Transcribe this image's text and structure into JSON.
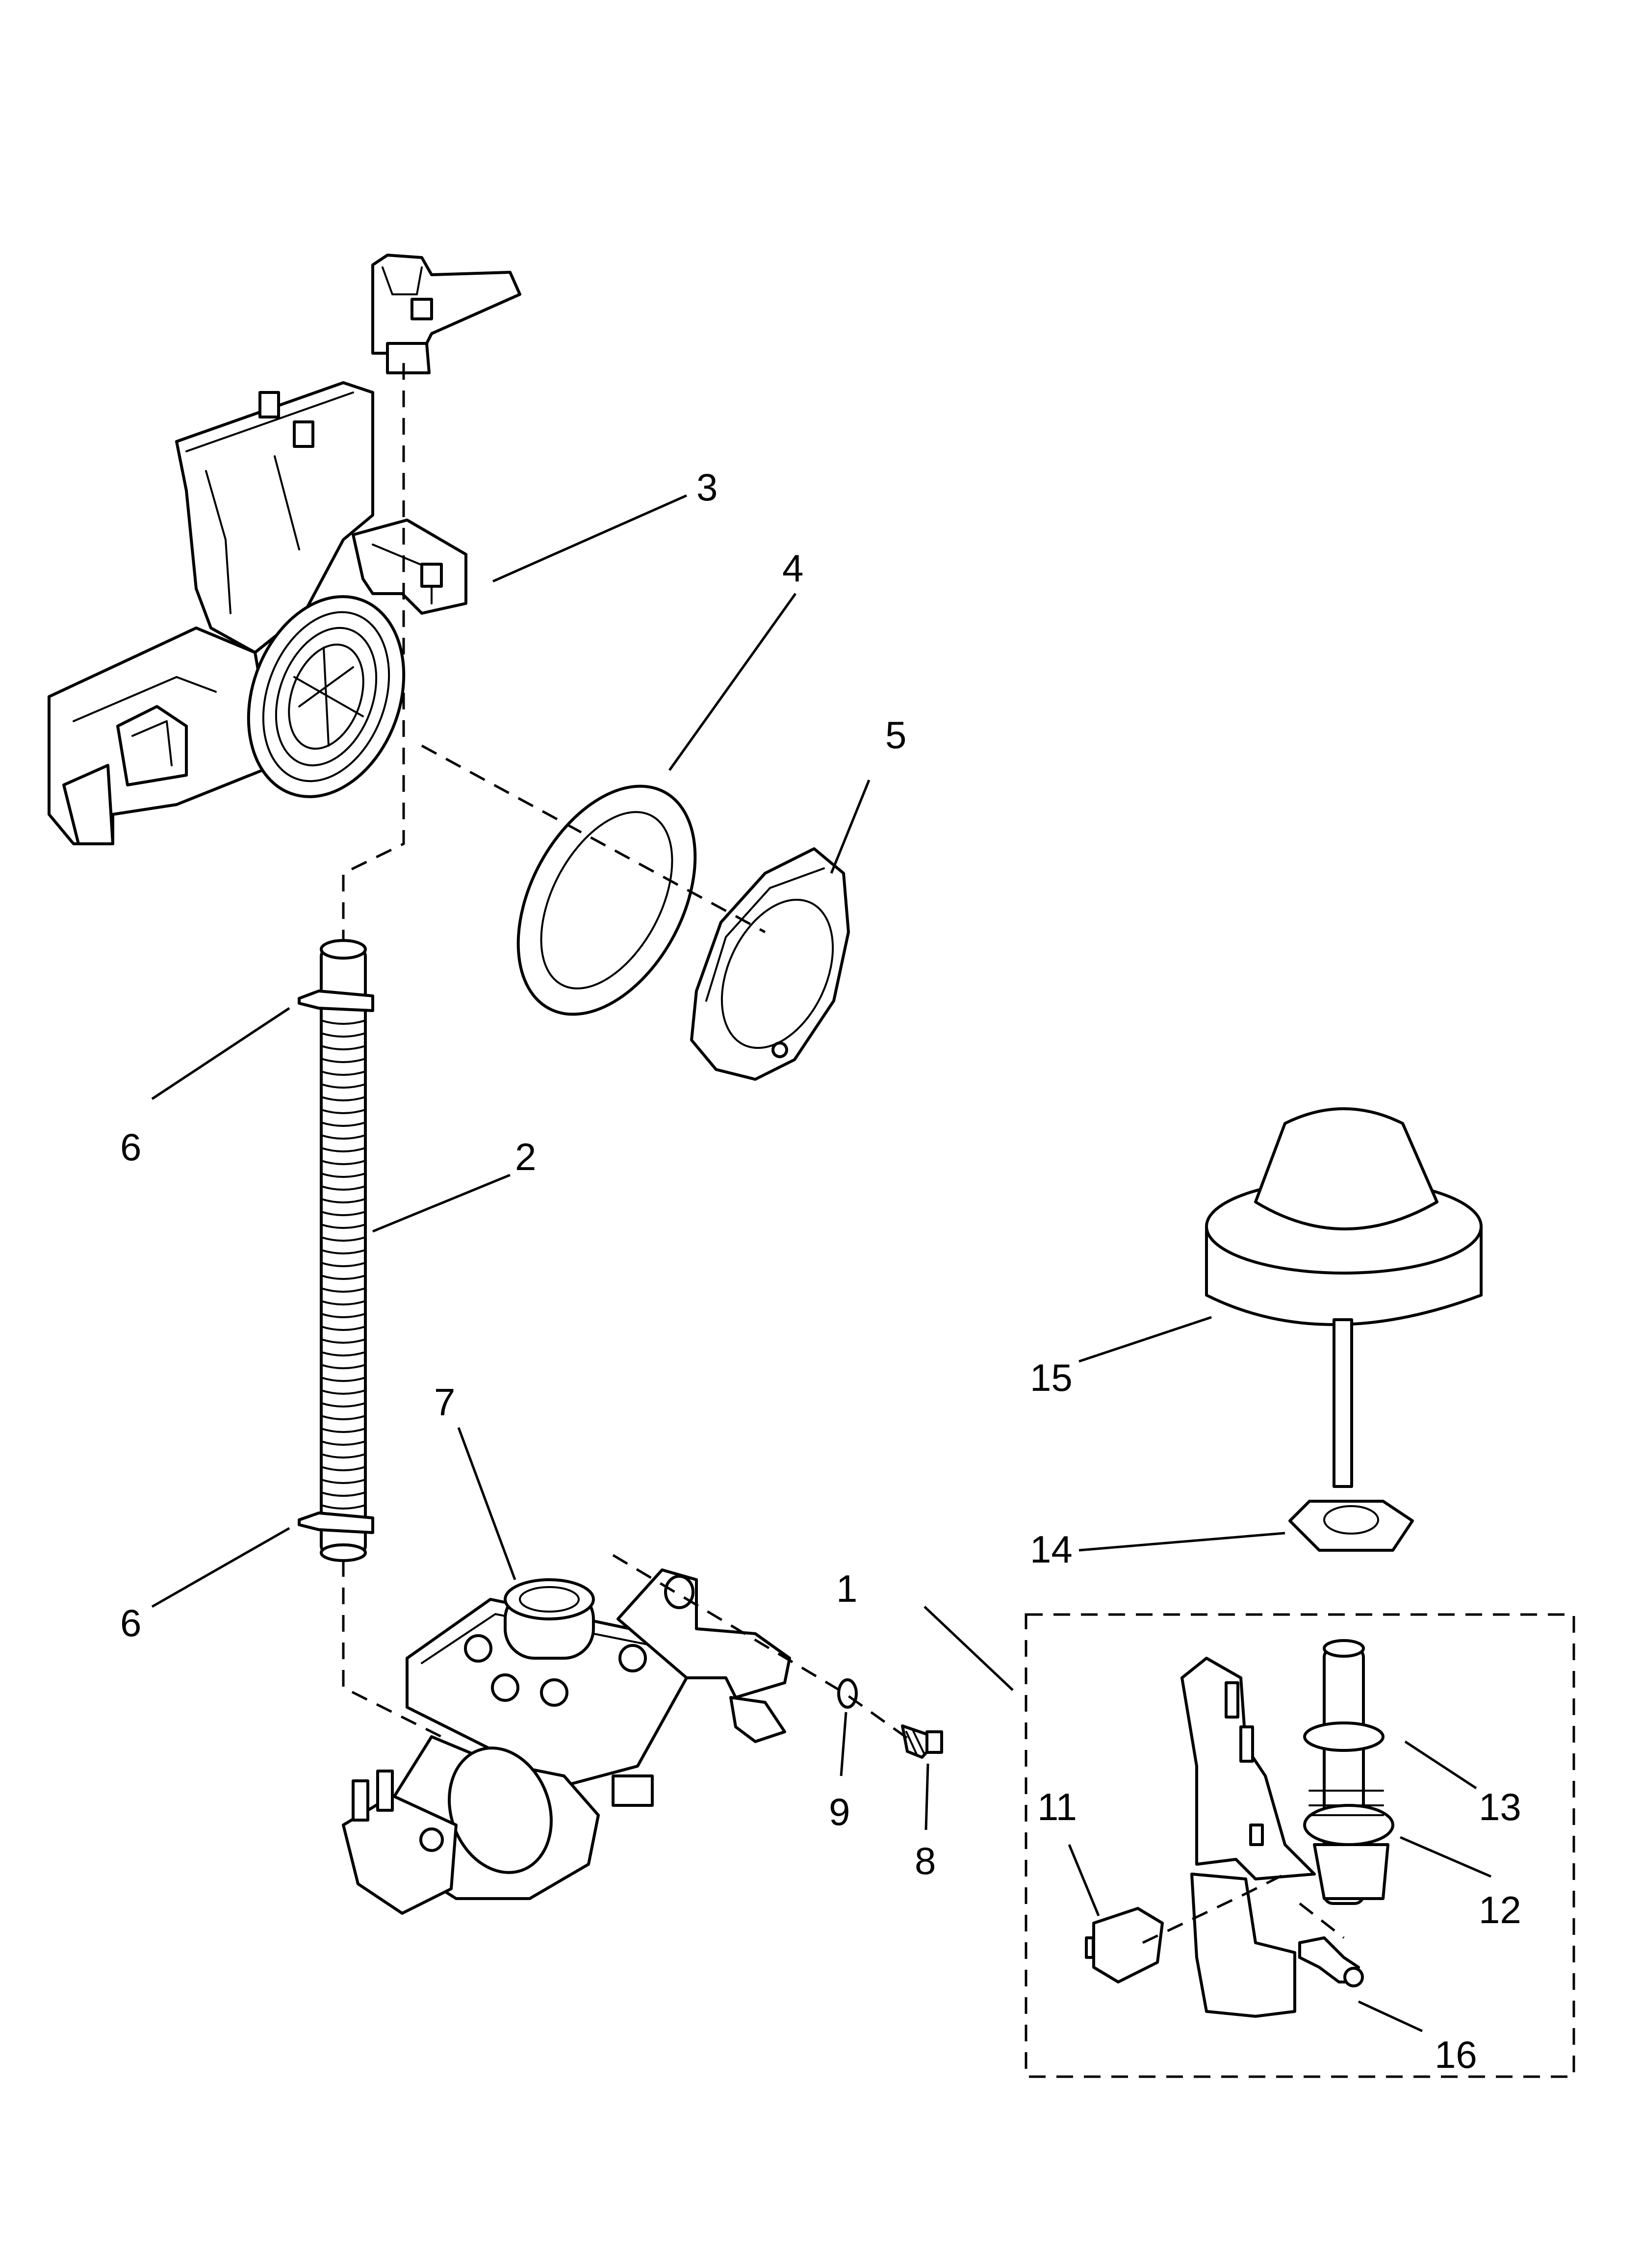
{
  "callouts": [
    {
      "id": "c1",
      "label": "1"
    },
    {
      "id": "c2",
      "label": "2"
    },
    {
      "id": "c3",
      "label": "3"
    },
    {
      "id": "c4",
      "label": "4"
    },
    {
      "id": "c5",
      "label": "5"
    },
    {
      "id": "c6a",
      "label": "6"
    },
    {
      "id": "c6b",
      "label": "6"
    },
    {
      "id": "c7",
      "label": "7"
    },
    {
      "id": "c8",
      "label": "8"
    },
    {
      "id": "c9",
      "label": "9"
    },
    {
      "id": "c11",
      "label": "11"
    },
    {
      "id": "c12",
      "label": "12"
    },
    {
      "id": "c13",
      "label": "13"
    },
    {
      "id": "c14",
      "label": "14"
    },
    {
      "id": "c15",
      "label": "15"
    },
    {
      "id": "c16",
      "label": "16"
    }
  ],
  "colors": {
    "line": "#000000",
    "background": "#ffffff"
  }
}
